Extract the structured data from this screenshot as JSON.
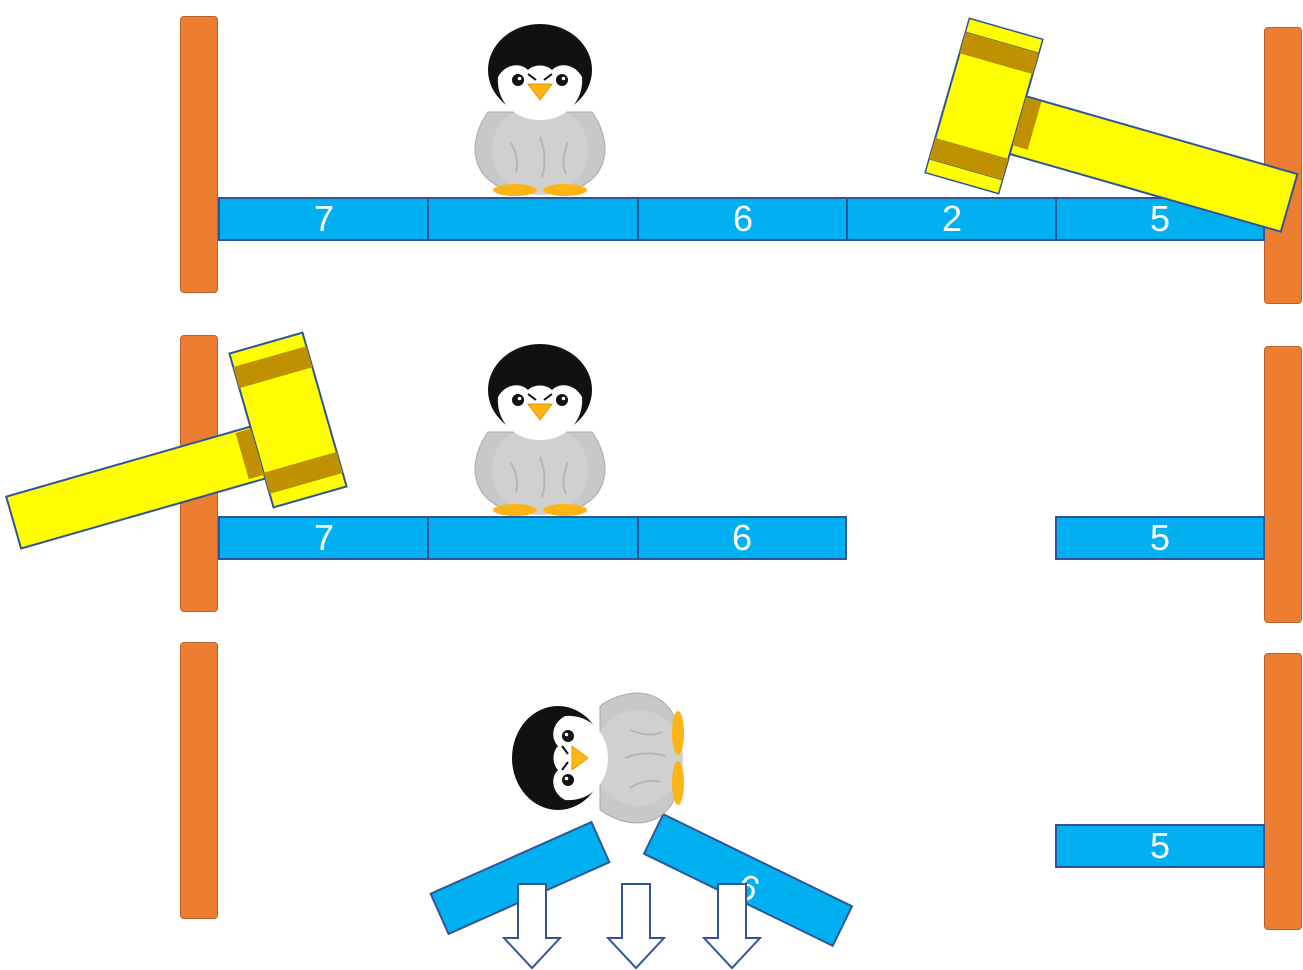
{
  "colors": {
    "post": "#ED7D31",
    "ice": "#00B0F0",
    "ice_border": "#2F5597",
    "hammer": "#FFFF00",
    "hammer_band": "#BF9000",
    "penguin_body": "#C8C8C8",
    "penguin_head": "#111111",
    "penguin_beak": "#FDB515"
  },
  "icons": [
    "penguin-icon",
    "hammer-icon",
    "arrow-down-icon"
  ],
  "row1": {
    "blocks": [
      "7",
      "",
      "6",
      "2",
      "5"
    ]
  },
  "row2": {
    "blocks": [
      "7",
      "",
      "6",
      "5"
    ]
  },
  "row3": {
    "blocks": [
      "6",
      "5"
    ]
  }
}
